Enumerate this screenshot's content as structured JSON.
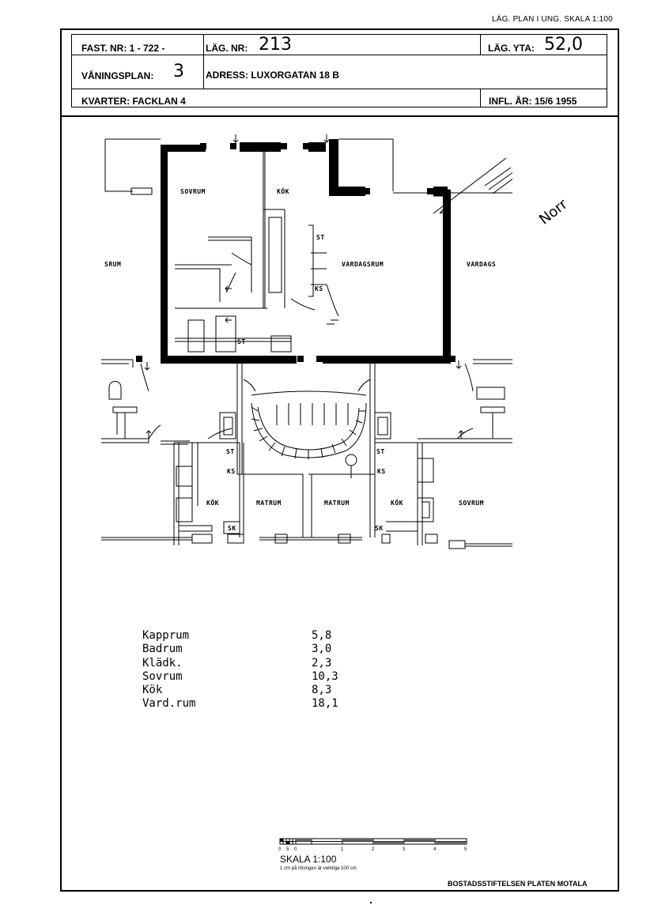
{
  "top_note": "LÄG. PLAN I UNG. SKALA 1:100",
  "header": {
    "fast_nr_label": "FAST. NR: 1 - 722 -",
    "lag_nr_label": "LÄG. NR:",
    "lag_nr_value": "213",
    "lag_yta_label": "LÄG. YTA:",
    "lag_yta_value": "52,0",
    "vaningsplan_label": "VÅNINGSPLAN:",
    "vaningsplan_value": "3",
    "adress_label": "ADRESS: LUXORGATAN 18 B",
    "kvarter_label": "KVARTER: FACKLAN 4",
    "infl_label": "INFL. ÅR: 15/6   1955"
  },
  "plan": {
    "north_label": "Norr",
    "rooms": {
      "sovrum_top": "SOVRUM",
      "kok_top": "KÖK",
      "vardagsrum": "VARDAGSRUM",
      "srum_left": "SRUM",
      "vardags_right": "VARDAGS",
      "st_top": "ST",
      "ks_top": "KS",
      "st_bath": "ST",
      "st_left": "ST",
      "ks_left": "KS",
      "kok_left": "KÖK",
      "matrum_left": "MATRUM",
      "sk_left": "SK",
      "st_right": "ST",
      "ks_right": "KS",
      "matrum_right": "MATRUM",
      "kok_right": "KÖK",
      "sovrum_right": "SOVRUM",
      "sk_right": "SK"
    }
  },
  "areas": [
    {
      "name": "Kapprum",
      "value": "5,8"
    },
    {
      "name": "Badrum",
      "value": "3,0"
    },
    {
      "name": "Klädk.",
      "value": "2,3"
    },
    {
      "name": "Sovrum",
      "value": "10,3"
    },
    {
      "name": "Kök",
      "value": "8,3"
    },
    {
      "name": "Vard.rum",
      "value": "18,1"
    }
  ],
  "scale": {
    "ticks": [
      "0",
      "5",
      "0",
      "1",
      "2",
      "3",
      "4",
      "5"
    ],
    "title": "SKALA 1:100",
    "subtitle": "1 cm på ritningen är verkliga 100 cm"
  },
  "footer": "BOSTADSSTIFTELSEN PLATEN MOTALA"
}
